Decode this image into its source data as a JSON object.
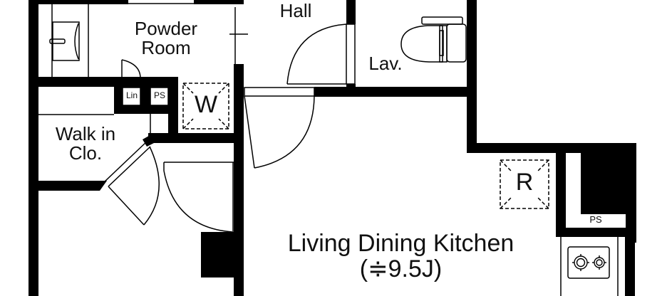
{
  "plan": {
    "colors": {
      "wall": "#000000",
      "line": "#000000",
      "background": "#ffffff"
    },
    "rooms": {
      "powder_room": {
        "line1": "Powder",
        "line2": "Room"
      },
      "hall": "Hall",
      "lavatory": "Lav.",
      "walk_in_closet": {
        "line1": "Walk in",
        "line2": "Clo."
      },
      "ldk": {
        "name": "Living Dining Kitchen",
        "area": "(≑9.5J)"
      }
    },
    "fixtures": {
      "linen": "Lin",
      "pipe_space_left": "PS",
      "pipe_space_right": "PS",
      "washer": "W",
      "refrigerator": "R",
      "stove": "stove-2-burner",
      "toilet": "toilet",
      "sink": "washbasin"
    }
  }
}
